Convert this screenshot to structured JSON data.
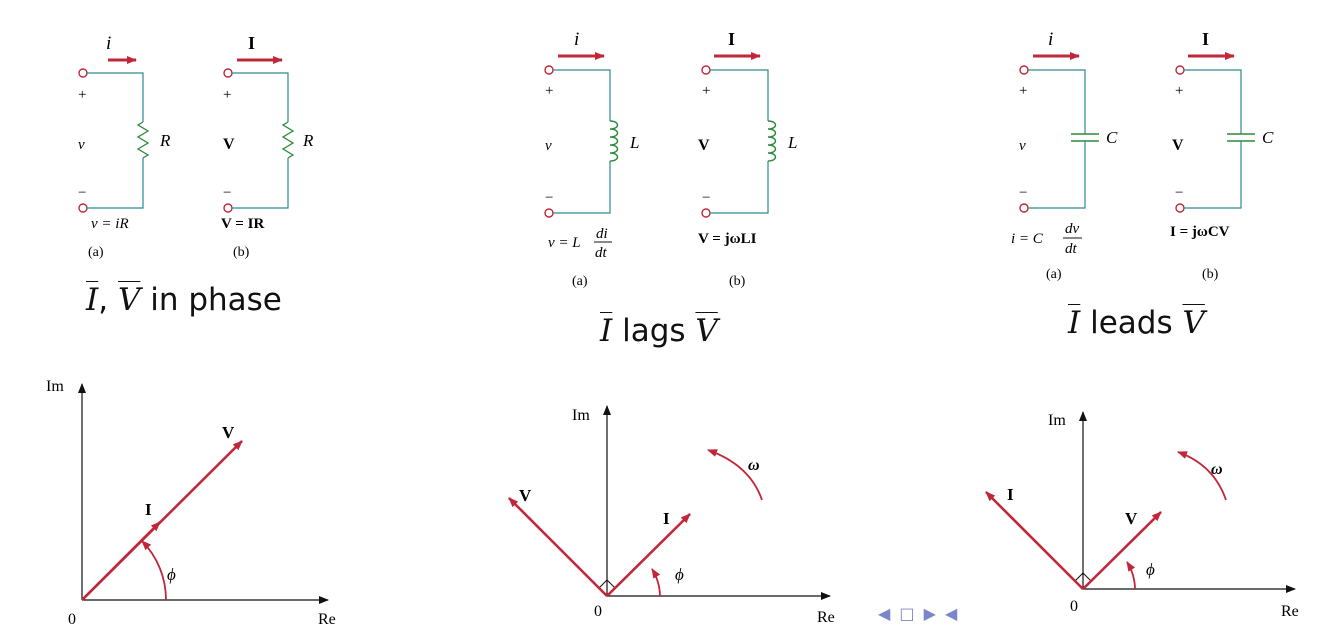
{
  "resistor": {
    "a": {
      "current": "i",
      "voltage": "v",
      "element": "R",
      "law": "v = iR",
      "label": "(a)"
    },
    "b": {
      "current": "I",
      "voltage": "V",
      "element": "R",
      "law": "V = IR",
      "label": "(b)"
    },
    "caption_I": "I",
    "caption_sep": ",",
    "caption_V": "V",
    "caption_text": "in phase"
  },
  "inductor": {
    "a": {
      "current": "i",
      "voltage": "v",
      "element": "L",
      "law_lhs": "v = L",
      "law_num": "di",
      "law_den": "dt",
      "label": "(a)"
    },
    "b": {
      "current": "I",
      "voltage": "V",
      "element": "L",
      "law": "V = jωLI",
      "label": "(b)"
    },
    "caption_I": "I",
    "caption_text": "lags",
    "caption_V": "V"
  },
  "capacitor": {
    "a": {
      "current": "i",
      "voltage": "v",
      "element": "C",
      "law_lhs": "i = C",
      "law_num": "dv",
      "law_den": "dt",
      "label": "(a)"
    },
    "b": {
      "current": "I",
      "voltage": "V",
      "element": "C",
      "law": "I = jωCV",
      "label": "(b)"
    },
    "caption_I": "I",
    "caption_text": "leads",
    "caption_V": "V"
  },
  "phasor_r": {
    "im": "Im",
    "re": "Re",
    "origin": "0",
    "v": "V",
    "i": "I",
    "phi": "ϕ"
  },
  "phasor_l": {
    "im": "Im",
    "re": "Re",
    "origin": "0",
    "v": "V",
    "i": "I",
    "phi": "ϕ",
    "omega": "ω"
  },
  "phasor_c": {
    "im": "Im",
    "re": "Re",
    "origin": "0",
    "v": "V",
    "i": "I",
    "phi": "ϕ",
    "omega": "ω"
  },
  "terminal_plus": "+",
  "terminal_minus": "−",
  "nav": "◀ □ ▶ ◀"
}
